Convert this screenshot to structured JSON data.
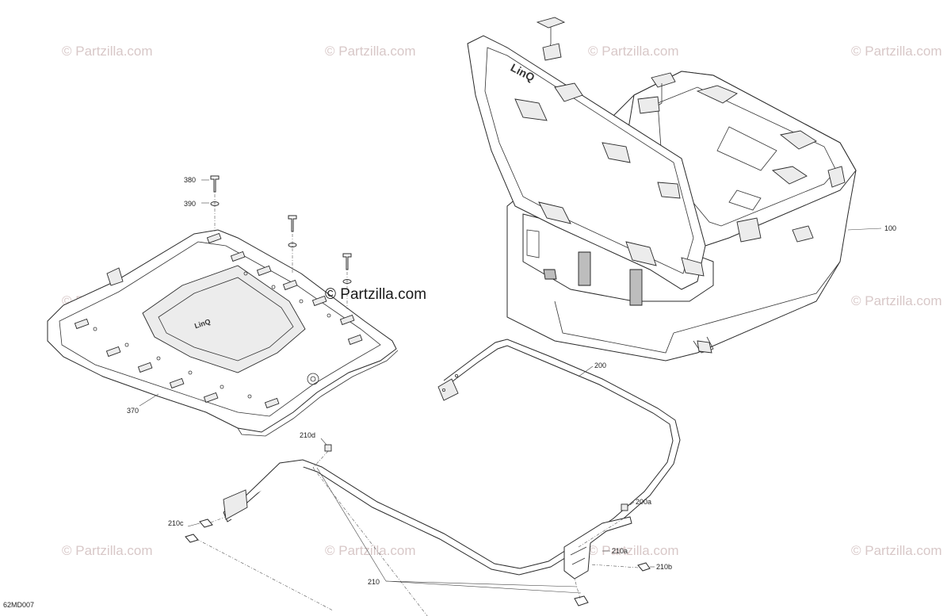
{
  "watermark": "© Partzilla.com",
  "center_watermark": "© Partzilla.com",
  "drawing_code": "62MD007",
  "labels": {
    "p100": "100",
    "p200": "200",
    "p200a": "200a",
    "p210": "210",
    "p210a": "210a",
    "p210b": "210b",
    "p210c": "210c",
    "p210d": "210d",
    "p370": "370",
    "p380": "380",
    "p390": "390"
  },
  "embossed_logo": "LinQ",
  "colors": {
    "watermark": "#d8c8c8",
    "line": "#2a2a2a",
    "background": "#ffffff"
  }
}
